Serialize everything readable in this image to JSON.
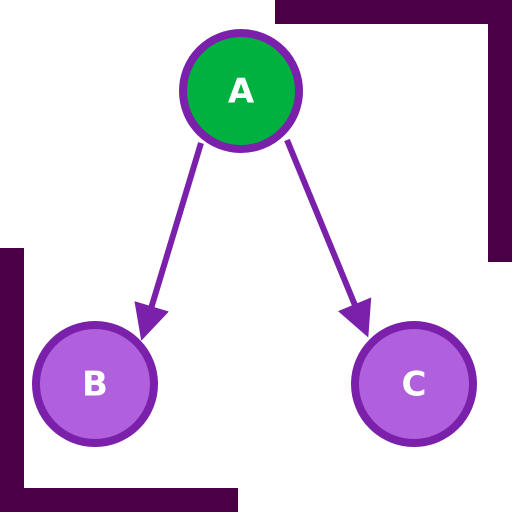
{
  "colors": {
    "corner_bracket": "#4a0045",
    "edge": "#7a20aa",
    "node_stroke": "#7a20aa",
    "root_fill": "#00b140",
    "child_fill": "#b060dc",
    "label": "#ffffff",
    "background": "#ffffff"
  },
  "nodes": {
    "a": {
      "label": "A"
    },
    "b": {
      "label": "B"
    },
    "c": {
      "label": "C"
    }
  },
  "edges": [
    {
      "from": "A",
      "to": "B"
    },
    {
      "from": "A",
      "to": "C"
    }
  ]
}
